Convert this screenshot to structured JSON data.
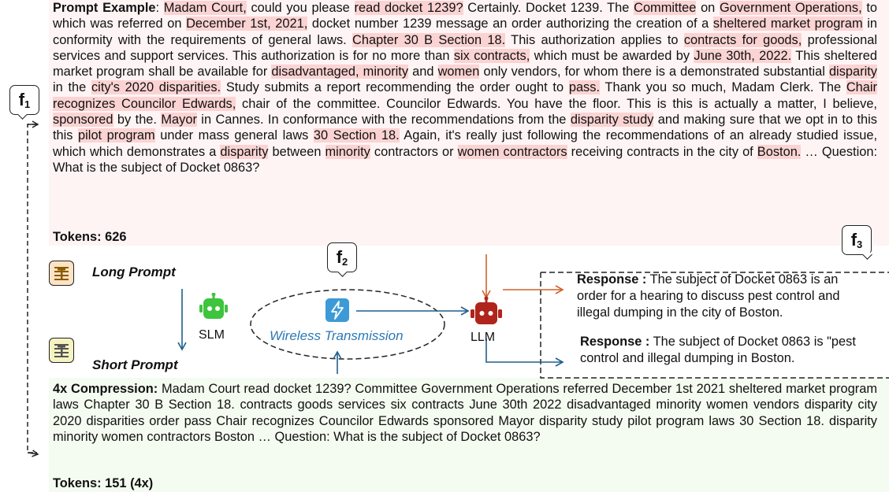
{
  "prompt_example": {
    "label": "Prompt Example",
    "segments": [
      {
        "t": ": ",
        "h": false
      },
      {
        "t": "Madam Court,",
        "h": true
      },
      {
        "t": " could you please ",
        "h": false
      },
      {
        "t": "read docket 1239?",
        "h": true
      },
      {
        "t": " Certainly. Docket 1239. The ",
        "h": false
      },
      {
        "t": "Committee",
        "h": true
      },
      {
        "t": " on ",
        "h": false
      },
      {
        "t": "Government Operations,",
        "h": true
      },
      {
        "t": " to which was referred on ",
        "h": false
      },
      {
        "t": "December 1st, 2021,",
        "h": true
      },
      {
        "t": " docket number 1239 message an order authorizing the creation of a ",
        "h": false
      },
      {
        "t": "sheltered market program",
        "h": true
      },
      {
        "t": " in conformity with the requirements of general laws. ",
        "h": false
      },
      {
        "t": "Chapter 30 B Section 18.",
        "h": true
      },
      {
        "t": " This authorization applies to ",
        "h": false
      },
      {
        "t": "contracts for goods,",
        "h": true
      },
      {
        "t": " professional services and support services. This authorization is for no more than ",
        "h": false
      },
      {
        "t": "six contracts,",
        "h": true
      },
      {
        "t": " which must be awarded by ",
        "h": false
      },
      {
        "t": "June 30th, 2022.",
        "h": true
      },
      {
        "t": " This sheltered market program shall be available for ",
        "h": false
      },
      {
        "t": "disadvantaged, minority",
        "h": true
      },
      {
        "t": " and ",
        "h": false
      },
      {
        "t": "women",
        "h": true
      },
      {
        "t": " only vendors, for whom there is a demonstrated substantial ",
        "h": false
      },
      {
        "t": "disparity",
        "h": true
      },
      {
        "t": " in the ",
        "h": false
      },
      {
        "t": "city's 2020 disparities.",
        "h": true
      },
      {
        "t": " Study submits a report recommending the order ought to ",
        "h": false
      },
      {
        "t": "pass.",
        "h": true
      },
      {
        "t": " Thank you so much, Madam Clerk. The ",
        "h": false
      },
      {
        "t": "Chair recognizes Councilor Edwards,",
        "h": true
      },
      {
        "t": " chair of the committee. Councilor Edwards. You have the floor. This is this is actually a matter, I believe, ",
        "h": false
      },
      {
        "t": "sponsored",
        "h": true
      },
      {
        "t": " by the. ",
        "h": false
      },
      {
        "t": "Mayor",
        "h": true
      },
      {
        "t": " in Cannes. In conformance with the recommendations from the ",
        "h": false
      },
      {
        "t": "disparity study",
        "h": true
      },
      {
        "t": " and making sure that we opt in to this this ",
        "h": false
      },
      {
        "t": "pilot program",
        "h": true
      },
      {
        "t": " under mass general laws ",
        "h": false
      },
      {
        "t": "30 Section 18.",
        "h": true
      },
      {
        "t": " Again, it's really just following the recommendations of an already studied issue, which which demonstrates a ",
        "h": false
      },
      {
        "t": "disparity",
        "h": true
      },
      {
        "t": " between ",
        "h": false
      },
      {
        "t": "minority",
        "h": true
      },
      {
        "t": " contractors or ",
        "h": false
      },
      {
        "t": "women contractors",
        "h": true
      },
      {
        "t": " receiving contracts in the city of ",
        "h": false
      },
      {
        "t": "Boston.",
        "h": true
      },
      {
        "t": " … Question: What is the subject of Docket 0863?",
        "h": false
      }
    ],
    "tokens": "Tokens: 626"
  },
  "compressed": {
    "label": "4x Compression:",
    "text": " Madam Court read docket 1239? Committee Government Operations referred December 1st 2021 sheltered market program laws Chapter 30 B Section 18. contracts goods services six contracts June 30th 2022 disadvantaged minority women vendors disparity city 2020 disparities order pass Chair recognizes Councilor Edwards sponsored Mayor disparity study pilot program laws 30 Section 18. disparity minority women contractors Boston … Question: What is the subject of Docket 0863?",
    "tokens": "Tokens: 151 (4x)"
  },
  "labels": {
    "f1": {
      "main": "f",
      "sub": "1"
    },
    "f2": {
      "main": "f",
      "sub": "2"
    },
    "f3": {
      "main": "f",
      "sub": "3"
    }
  },
  "long_prompt_label": "Long Prompt",
  "short_prompt_label": "Short Prompt",
  "slm_label": "SLM",
  "llm_label": "LLM",
  "wireless_label": "Wireless Transmission",
  "response_long": {
    "label": "Response :",
    "text": " The subject of Docket 0863 is an order for a hearing to discuss pest control and illegal dumping in the city of Boston."
  },
  "response_short": {
    "label": "Response :",
    "text": " The subject of Docket 0863 is \"pest control and illegal dumping in Boston."
  },
  "colors": {
    "highlight": "#fbd3d3",
    "top_bg": "#fff4f4",
    "bottom_bg": "#f4fbf0",
    "arrow_blue": "#1f5f8b",
    "arrow_orange": "#d2602a",
    "slm_green": "#3ec43e",
    "llm_red": "#b0241c",
    "wireless_blue": "#2a78b5"
  },
  "icons": [
    "document-icon",
    "slm-robot-icon",
    "llm-robot-icon",
    "lightning-icon"
  ]
}
